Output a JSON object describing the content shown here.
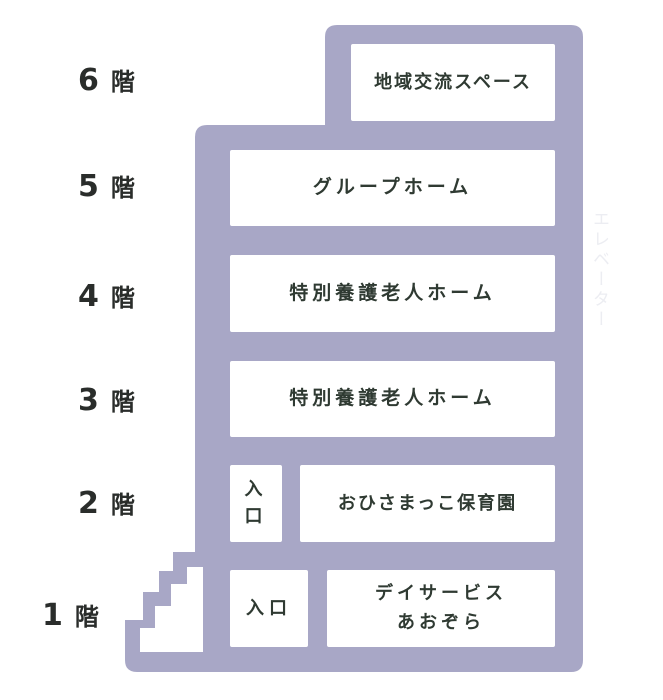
{
  "colors": {
    "building": "#a8a7c6",
    "room": "#ffffff",
    "text": "#2f3a32",
    "floor_label": "#2a2d2b",
    "elevator_text": "#ecedf2"
  },
  "elevator_label": "エレベーター",
  "floors": [
    {
      "number": "6",
      "kai": "階"
    },
    {
      "number": "5",
      "kai": "階"
    },
    {
      "number": "4",
      "kai": "階"
    },
    {
      "number": "3",
      "kai": "階"
    },
    {
      "number": "2",
      "kai": "階"
    },
    {
      "number": "1",
      "kai": "階"
    }
  ],
  "rooms": {
    "f6": "地域交流スペース",
    "f5": "グループホーム",
    "f4": "特別養護老人ホーム",
    "f3": "特別養護老人ホーム",
    "f2_entrance": "入\n口",
    "f2_nursery": "おひさまっこ保育園",
    "f1_entrance": "入口",
    "f1_dayservice": "デイサービス\nあおぞら"
  }
}
